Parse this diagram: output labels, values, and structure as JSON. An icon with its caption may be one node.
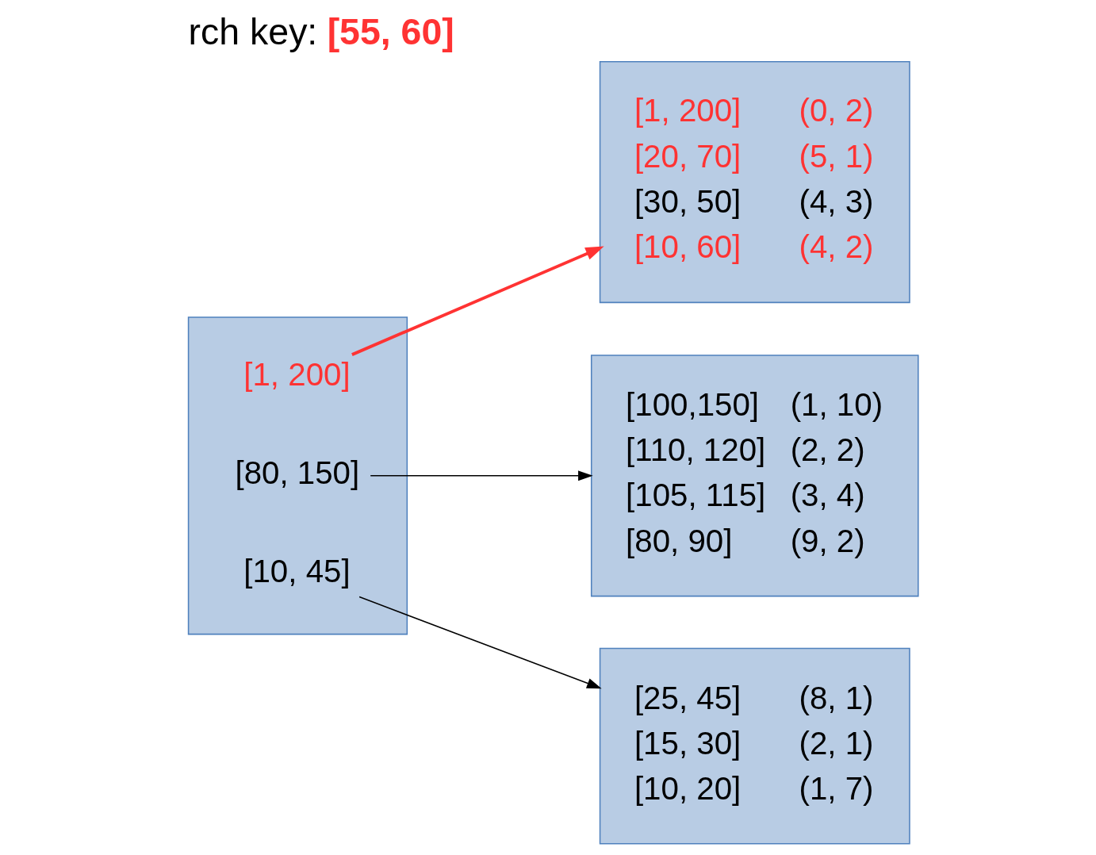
{
  "diagram": {
    "title": "rch key: **[55, 60]**",
    "nodes": [
      {
        "text": [],
        "shape": "box"
      },
      {
        "text": [
          "[1, 200]"
        ],
        "in": 0
      },
      {
        "text": [
          "[80, 150]"
        ],
        "in": 0
      },
      {
        "text": [
          "[10, 45]"
        ],
        "in": 0
      },
      {
        "text": [
          "[1, 200]",
          "(0, 2)",
          "[20, 70]",
          "(5, 1)",
          "[30, 50]",
          "(4, 3)",
          "[10, 60]",
          "(4, 2)"
        ]
      },
      {
        "text": [
          "[100,150]",
          "(1, 10)",
          "[110, 120]",
          "(2, 2)",
          "[105, 115]",
          "(3, 4)",
          "[80, 90]",
          "(9, 2)"
        ]
      },
      {
        "text": [
          "[25, 45]",
          "(8, 1)",
          "[15, 30]",
          "(2, 1)",
          "[10, 20]",
          "(1, 7)"
        ]
      }
    ],
    "edges": [
      {
        "from": 1,
        "to": 4,
        "arrow": "to",
        "color": "#ff3333",
        "style": "thick"
      },
      {
        "from": 2,
        "to": 5,
        "arrow": "to"
      },
      {
        "from": 3,
        "to": 6,
        "arrow": "to"
      }
    ]
  }
}
